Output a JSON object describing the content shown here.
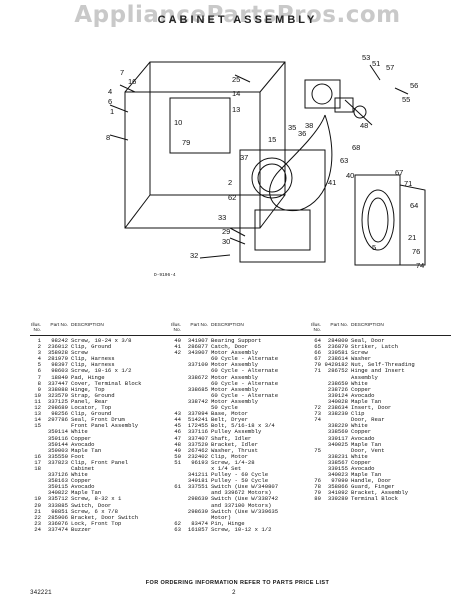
{
  "watermark": "AppliancePartsPros.com",
  "title": "CABINET ASSEMBLY",
  "diagram": {
    "figure_code": "D-9196-4",
    "callouts": [
      "7",
      "16",
      "4",
      "6",
      "1",
      "8",
      "25",
      "14",
      "13",
      "53",
      "51",
      "57",
      "56",
      "55",
      "10",
      "79",
      "35",
      "36",
      "38",
      "48",
      "15",
      "68",
      "63",
      "40",
      "37",
      "2",
      "62",
      "41",
      "67",
      "71",
      "64",
      "5",
      "21",
      "76",
      "74",
      "33",
      "29",
      "30",
      "32"
    ]
  },
  "table": {
    "headers": {
      "ill": "Illus. No.",
      "part": "Part No.",
      "desc": "DESCRIPTION"
    },
    "columns": [
      [
        [
          "1",
          "98242",
          "Screw, 10-24 x 3/8"
        ],
        [
          "2",
          "236012",
          "Clip, Ground"
        ],
        [
          "3",
          "358928",
          "Screw"
        ],
        [
          "4",
          "281979",
          "Clip, Harness"
        ],
        [
          "5",
          "98397",
          "Clip, Harness"
        ],
        [
          "6",
          "98603",
          "Screw, 10-16 x 1/2"
        ],
        [
          "7",
          "18849",
          "Pad, Hinge"
        ],
        [
          "8",
          "337447",
          "Cover, Terminal Block"
        ],
        [
          "9",
          "338088",
          "Hinge, Top"
        ],
        [
          "10",
          "323579",
          "Strap, Ground"
        ],
        [
          "11",
          "337125",
          "Panel, Rear"
        ],
        [
          "12",
          "298689",
          "Locator, Top"
        ],
        [
          "13",
          "98256",
          "Clip, Ground"
        ],
        [
          "14",
          "297786",
          "Seal, Front Drum"
        ],
        [
          "15",
          "",
          "Front Panel Assembly"
        ],
        [
          "",
          "359114",
          "White"
        ],
        [
          "",
          "359116",
          "Copper"
        ],
        [
          "",
          "359144",
          "Avocado"
        ],
        [
          "",
          "359003",
          "Maple Tan"
        ],
        [
          "16",
          "335550",
          "Foot"
        ],
        [
          "17",
          "337823",
          "Clip, Front Panel"
        ],
        [
          "18",
          "",
          "Cabinet"
        ],
        [
          "",
          "337126",
          "White"
        ],
        [
          "",
          "358163",
          "Copper"
        ],
        [
          "",
          "359115",
          "Avocado"
        ],
        [
          "",
          "340822",
          "Maple Tan"
        ],
        [
          "19",
          "335712",
          "Screw, 8-32 x 1"
        ],
        [
          "20",
          "333885",
          "Switch, Door"
        ],
        [
          "21",
          "98851",
          "Screw, 6 x 7/8"
        ],
        [
          "22",
          "285906",
          "Bracket, Door Switch"
        ],
        [
          "23",
          "336076",
          "Lock, Front Top"
        ],
        [
          "24",
          "337474",
          "Buzzer"
        ]
      ],
      [
        [
          "40",
          "341907",
          "Bearing Support"
        ],
        [
          "41",
          "286877",
          "Catch, Door"
        ],
        [
          "42",
          "343907",
          "Motor Assembly"
        ],
        [
          "",
          "",
          "60 Cycle - Alternate"
        ],
        [
          "",
          "337100",
          "Motor Assembly"
        ],
        [
          "",
          "",
          "60 Cycle - Alternate"
        ],
        [
          "",
          "338672",
          "Motor Assembly"
        ],
        [
          "",
          "",
          "60 Cycle - Alternate"
        ],
        [
          "",
          "338685",
          "Motor Assembly"
        ],
        [
          "",
          "",
          "60 Cycle - Alternate"
        ],
        [
          "",
          "338742",
          "Motor Assembly"
        ],
        [
          "",
          "",
          "50 Cycle"
        ],
        [
          "43",
          "337094",
          "Base, Motor"
        ],
        [
          "44",
          "514241",
          "Belt, Dryer"
        ],
        [
          "45",
          "172455",
          "Bolt, 5/16-18 x 3/4"
        ],
        [
          "46",
          "337116",
          "Pulley Assembly"
        ],
        [
          "47",
          "337407",
          "Shaft, Idler"
        ],
        [
          "48",
          "337520",
          "Bracket, Idler"
        ],
        [
          "49",
          "267462",
          "Washer, Thrust"
        ],
        [
          "50",
          "232402",
          "Clip, Motor"
        ],
        [
          "51",
          "96193",
          "Screw, 1/4-28"
        ],
        [
          "",
          "",
          "x 1/4 Set"
        ],
        [
          "",
          "341211",
          "Pulley - 60 Cycle"
        ],
        [
          "",
          "349181",
          "Pulley - 50 Cycle"
        ],
        [
          "61",
          "337551",
          "Switch (Use W/340807"
        ],
        [
          "",
          "",
          "and 339672 Motors)"
        ],
        [
          "",
          "298639",
          "Switch (Use W/338742"
        ],
        [
          "",
          "",
          "and 337100 Motors)"
        ],
        [
          "",
          "298639",
          "Switch (Use W/339635"
        ],
        [
          "",
          "",
          "Motor)"
        ],
        [
          "62",
          "83474",
          "Pin, Hinge"
        ],
        [
          "63",
          "161857",
          "Screw, 10-12 x 1/2"
        ]
      ],
      [
        [
          "64",
          "284800",
          "Seal, Door"
        ],
        [
          "65",
          "236870",
          "Striker, Latch"
        ],
        [
          "66",
          "339581",
          "Screw"
        ],
        [
          "67",
          "238614",
          "Washer"
        ],
        [
          "70",
          "9420182",
          "Nut, Self-Threading"
        ],
        [
          "71",
          "286752",
          "Hinge and Insert"
        ],
        [
          "",
          "",
          "Assembly"
        ],
        [
          "",
          "238659",
          "White"
        ],
        [
          "",
          "238726",
          "Copper"
        ],
        [
          "",
          "339124",
          "Avocado"
        ],
        [
          "",
          "340028",
          "Maple Tan"
        ],
        [
          "72",
          "238634",
          "Insert, Door"
        ],
        [
          "73",
          "338230",
          "Clip"
        ],
        [
          "74",
          "",
          "Door, Rear"
        ],
        [
          "",
          "338229",
          "White"
        ],
        [
          "",
          "338569",
          "Copper"
        ],
        [
          "",
          "339117",
          "Avocado"
        ],
        [
          "",
          "340025",
          "Maple Tan"
        ],
        [
          "75",
          "",
          "Door, Vent"
        ],
        [
          "",
          "338231",
          "White"
        ],
        [
          "",
          "338567",
          "Copper"
        ],
        [
          "",
          "339155",
          "Avocado"
        ],
        [
          "",
          "340023",
          "Maple Tan"
        ],
        [
          "76",
          "97090",
          "Handle, Door"
        ],
        [
          "78",
          "358866",
          "Guard, Finger"
        ],
        [
          "79",
          "341092",
          "Bracket, Assembly"
        ],
        [
          "80",
          "339289",
          "Terminal Block"
        ]
      ]
    ]
  },
  "footer": "FOR ORDERING INFORMATION REFER TO PARTS PRICE LIST",
  "doc_number": "342221",
  "page_number": "2"
}
